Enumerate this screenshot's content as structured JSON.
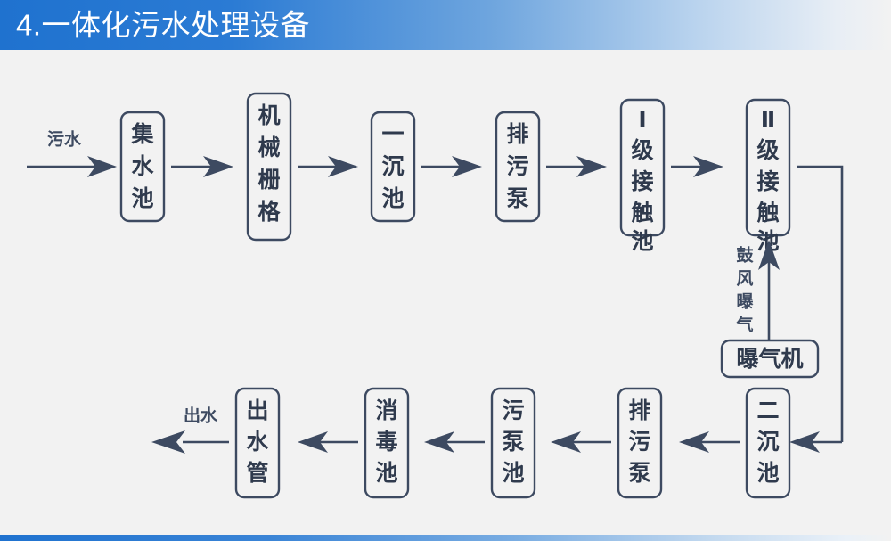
{
  "header": {
    "title": "4.一体化污水处理设备",
    "gradient_from": "#1f72cf",
    "gradient_to": "#f2f2f2",
    "text_color": "#ffffff"
  },
  "footer": {
    "gradient_from": "#1f72cf",
    "gradient_to": "#f2f2f2"
  },
  "theme": {
    "background": "#f2f2f2",
    "stroke": "#3d4a61",
    "text": "#2f3a4d"
  },
  "diagram": {
    "type": "flowchart",
    "orientation": "serpentine-horizontal",
    "row1": [
      {
        "id": "jishuichi",
        "label": "集水池",
        "text_mode": "vertical"
      },
      {
        "id": "jixieshange",
        "label": "机械栅格",
        "text_mode": "vertical"
      },
      {
        "id": "yichenchi",
        "label": "一沉池",
        "text_mode": "vertical"
      },
      {
        "id": "paiwubeng1",
        "label": "排污泵",
        "text_mode": "vertical"
      },
      {
        "id": "jiechuchi1",
        "label": "Ⅰ级接触池",
        "text_mode": "vertical"
      },
      {
        "id": "jiechuchi2",
        "label": "Ⅱ级接触池",
        "text_mode": "vertical"
      }
    ],
    "row2": [
      {
        "id": "chushuiguan",
        "label": "出水管",
        "text_mode": "vertical"
      },
      {
        "id": "xiaoduchi",
        "label": "消毒池",
        "text_mode": "vertical"
      },
      {
        "id": "wubengchi",
        "label": "污泵池",
        "text_mode": "vertical"
      },
      {
        "id": "paiwubeng2",
        "label": "排污泵",
        "text_mode": "vertical"
      },
      {
        "id": "erchenchi",
        "label": "二沉池",
        "text_mode": "vertical"
      }
    ],
    "aux": [
      {
        "id": "baoqiji",
        "label": "曝气机",
        "text_mode": "horizontal"
      }
    ],
    "edge_labels": {
      "inlet": "污水",
      "outlet": "出水",
      "aeration": "鼓风曝气"
    }
  }
}
